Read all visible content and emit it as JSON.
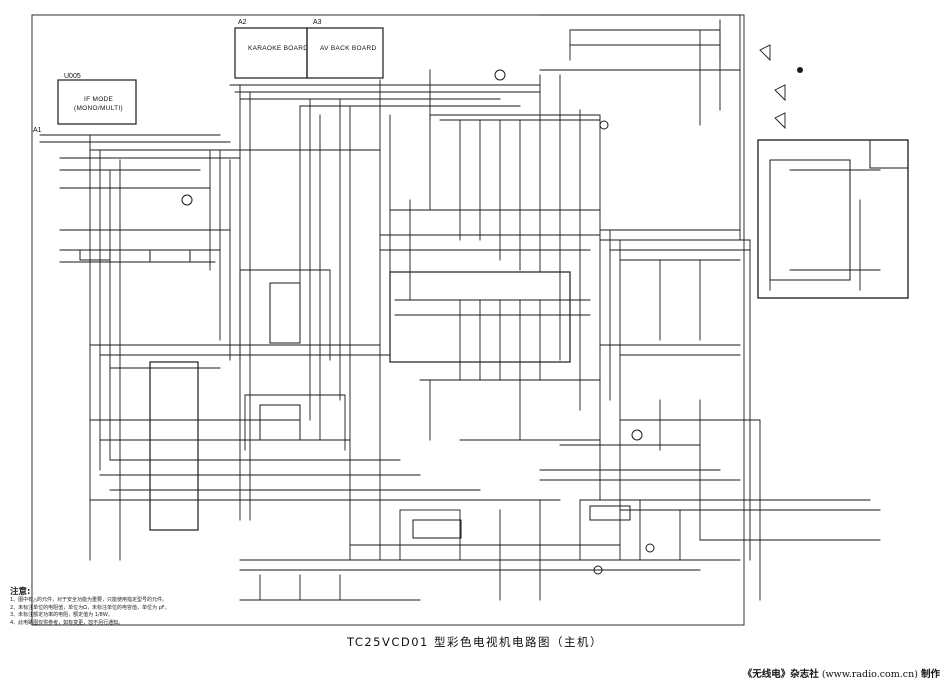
{
  "labels": {
    "u005": "U005",
    "a1": "A1",
    "a2": "A2",
    "a3": "A3",
    "if_mode": "IF MODE",
    "mono_multi": "(MONO/MULTI)",
    "karaoke_board": "KARAOKE BOARD",
    "av_back_board": "AV BACK BOARD"
  },
  "notes": {
    "heading": "注意:",
    "items": [
      "1、图中有△的元件，对于安全功能为重要，只能使用指定型号的元件。",
      "2、未标注单位的电阻值，单位为Ω，未标注单位的电容值，单位为 pF。",
      "3、未标注额定功率的电阻，额定值为 1/8W。",
      "4、此电路图仅供参考，如有变更，恕不另行通知。"
    ]
  },
  "title": "TC25VCD01 型彩色电视机电路图（主机）",
  "credit": {
    "magazine": "《无线电》杂志社",
    "url": "(www.radio.com.cn)",
    "suffix": "制作"
  }
}
